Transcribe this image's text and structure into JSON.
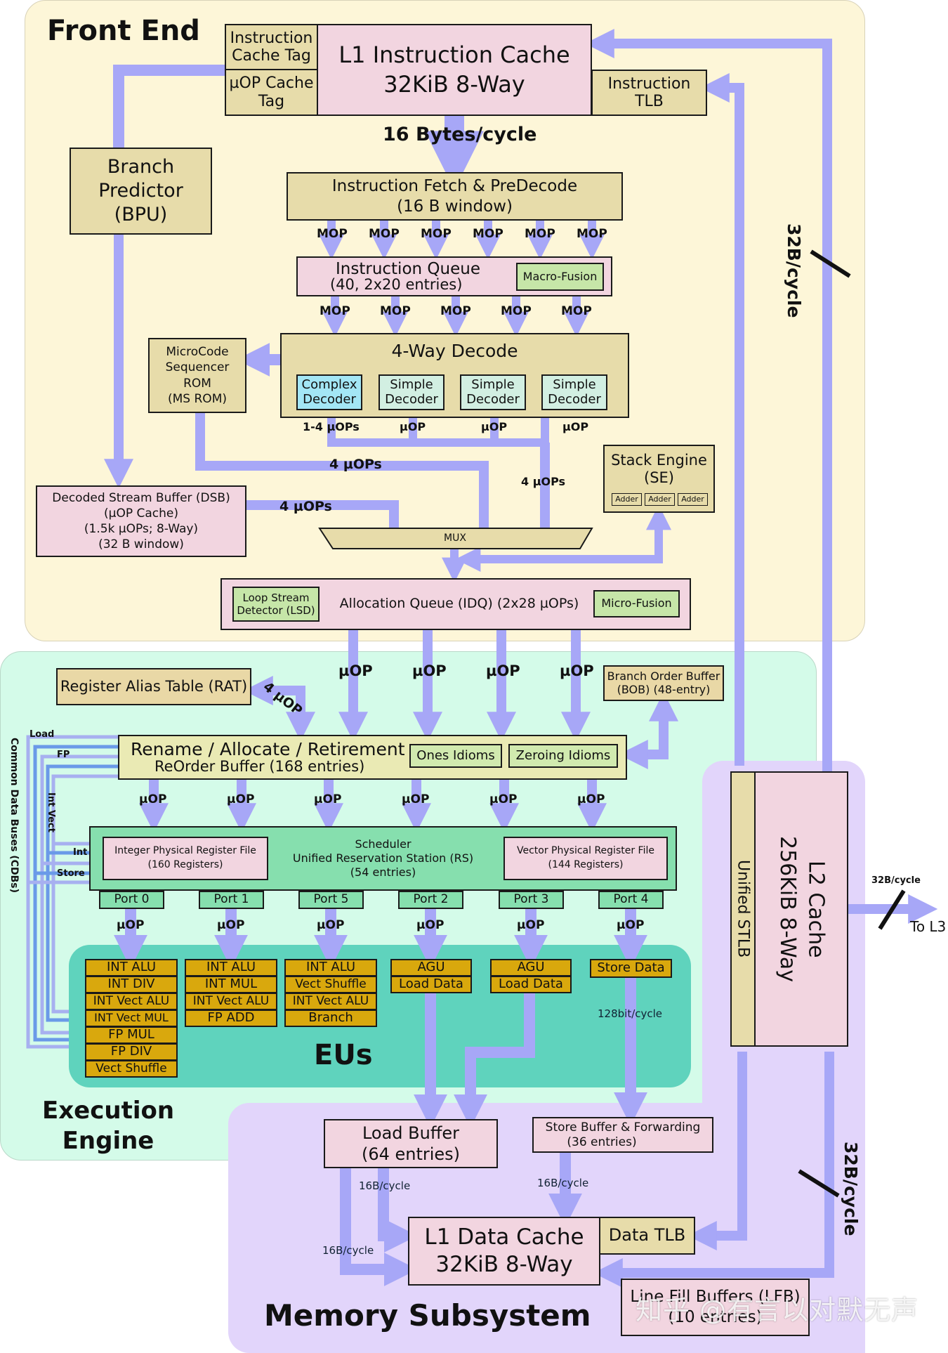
{
  "regions": {
    "front_end": "Front End",
    "execution_engine": [
      "Execution",
      "Engine"
    ],
    "eus": "EUs",
    "memory_subsystem": "Memory Subsystem"
  },
  "front_end": {
    "icache_tag": [
      "Instruction",
      "Cache Tag"
    ],
    "uop_cache_tag": [
      "µOP Cache",
      "Tag"
    ],
    "l1i": [
      "L1 Instruction Cache",
      "32KiB 8-Way"
    ],
    "itlb": [
      "Instruction",
      "TLB"
    ],
    "fetch_bw": "16 Bytes/cycle",
    "bpu": [
      "Branch",
      "Predictor",
      "(BPU)"
    ],
    "fetch": [
      "Instruction Fetch & PreDecode",
      "(16 B window)"
    ],
    "mop_label": "MOP",
    "iq": [
      "Instruction Queue",
      "(40, 2x20 entries)"
    ],
    "macro_fusion": "Macro-Fusion",
    "decode_title": "4-Way Decode",
    "decoders": [
      [
        "Complex",
        "Decoder"
      ],
      [
        "Simple",
        "Decoder"
      ],
      [
        "Simple",
        "Decoder"
      ],
      [
        "Simple",
        "Decoder"
      ]
    ],
    "decoder_outputs": [
      "1-4 µOPs",
      "µOP",
      "µOP",
      "µOP"
    ],
    "msrom": [
      "MicroCode",
      "Sequencer",
      "ROM",
      "(MS ROM)"
    ],
    "msrom_out": "4 µOPs",
    "dsb": [
      "Decoded Stream Buffer (DSB)",
      "(µOP Cache)",
      "(1.5k µOPs; 8-Way)",
      "(32 B window)"
    ],
    "dsb_out": "4 µOPs",
    "decode_out": "4 µOPs",
    "mux": "MUX",
    "stack_engine": [
      "Stack Engine",
      "(SE)"
    ],
    "adders": [
      "Adder",
      "Adder",
      "Adder"
    ],
    "idq": "Allocation Queue (IDQ) (2x28 µOPs)",
    "lsd": [
      "Loop Stream",
      "Detector (LSD)"
    ],
    "micro_fusion": "Micro-Fusion",
    "l2_link": "32B/cycle"
  },
  "execution": {
    "uop_label": "µOP",
    "rat": "Register Alias Table (RAT)",
    "rat_link": "4 µOP",
    "bob": [
      "Branch Order Buffer",
      "(BOB) (48-entry)"
    ],
    "rob": [
      "Rename / Allocate / Retirement",
      "ReOrder Buffer (168 entries)"
    ],
    "ones_idioms": "Ones Idioms",
    "zeroing_idioms": "Zeroing Idioms",
    "cdb_title": "Common Data Buses (CDBs)",
    "cdb_labels": {
      "load": "Load",
      "fp": "FP",
      "int_vect": "Int Vect",
      "int": "Int",
      "store": "Store"
    },
    "int_prf": [
      "Integer Physical Register File",
      "(160 Registers)"
    ],
    "scheduler": [
      "Scheduler",
      "Unified Reservation Station (RS)",
      "(54 entries)"
    ],
    "vec_prf": [
      "Vector Physical Register File",
      "(144 Registers)"
    ],
    "ports": [
      {
        "name": "Port 0",
        "units": [
          "INT ALU",
          "INT DIV",
          "INT Vect ALU",
          "INT Vect MUL",
          "FP MUL",
          "FP DIV",
          "Vect Shuffle"
        ]
      },
      {
        "name": "Port 1",
        "units": [
          "INT ALU",
          "INT MUL",
          "INT Vect ALU",
          "FP ADD"
        ]
      },
      {
        "name": "Port 5",
        "units": [
          "INT ALU",
          "Vect Shuffle",
          "INT Vect ALU",
          "Branch"
        ]
      },
      {
        "name": "Port 2",
        "units": [
          "AGU",
          "Load Data"
        ]
      },
      {
        "name": "Port 3",
        "units": [
          "AGU",
          "Load Data"
        ]
      },
      {
        "name": "Port 4",
        "units": [
          "Store Data"
        ]
      }
    ],
    "store_bw": "128bit/cycle"
  },
  "memory": {
    "load_buffer": [
      "Load Buffer",
      "(64 entries)"
    ],
    "store_buffer": [
      "Store Buffer & Forwarding",
      "(36 entries)"
    ],
    "lb_bw_1": "16B/cycle",
    "lb_bw_2": "16B/cycle",
    "sb_bw": "16B/cycle",
    "l1d": [
      "L1 Data Cache",
      "32KiB 8-Way"
    ],
    "dtlb": "Data TLB",
    "lfb": [
      "Line Fill Buffers (LFB)",
      "(10 entries)"
    ],
    "l2": [
      "L2 Cache",
      "256KiB 8-Way"
    ],
    "stlb": "Unified STLB",
    "l3_bw": "32B/cycle",
    "to_l3": "To L3",
    "l2_l1d_bw": "32B/cycle"
  },
  "watermark": "知乎 @有言以对默无声",
  "colors": {
    "front_end_bg": "#fdf6d8",
    "execution_bg": "#d4fbe9",
    "memory_bg": "#e2d5fb",
    "eus_bg": "#5fd3bd",
    "bus": "#a7a7f7",
    "cdb_dark": "#6a9ae8"
  }
}
